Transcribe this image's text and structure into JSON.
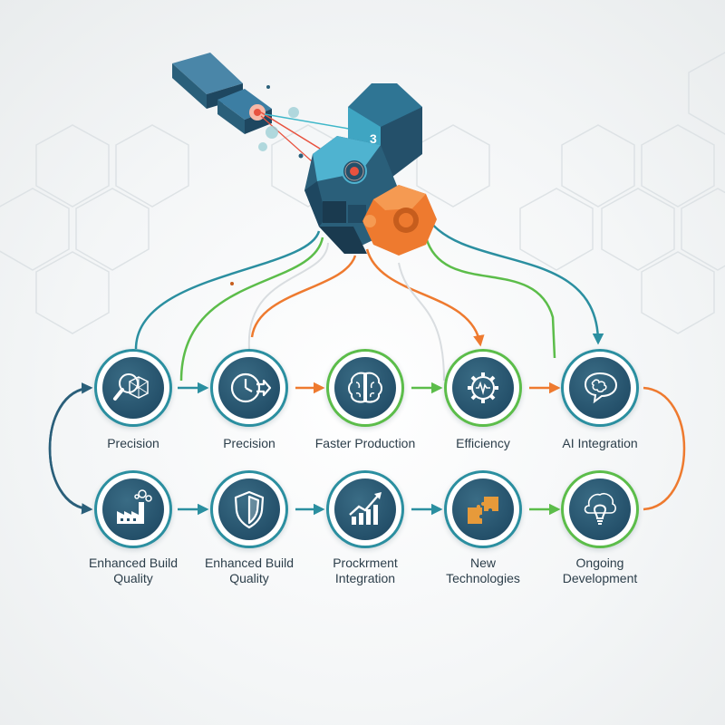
{
  "colors": {
    "navy": "#24506a",
    "teal": "#2b8fa0",
    "green": "#5cbd4a",
    "orange": "#ee7a2f",
    "text": "#2c3e4a"
  },
  "illustration": {
    "machine_badge": "3"
  },
  "top_row": [
    {
      "label": [
        "Precision"
      ],
      "icon": "magnifier-lattice-icon"
    },
    {
      "label": [
        "Precision"
      ],
      "icon": "clock-arrow-icon"
    },
    {
      "label": [
        "Faster Production"
      ],
      "icon": "brain-icon"
    },
    {
      "label": [
        "Efficiency"
      ],
      "icon": "gear-waveform-icon"
    },
    {
      "label": [
        "AI Integration"
      ],
      "icon": "brain-chat-icon"
    }
  ],
  "bottom_row": [
    {
      "label": [
        "Enhanced Build",
        "Quality"
      ],
      "icon": "factory-icon"
    },
    {
      "label": [
        "Enhanced Build",
        "Quality"
      ],
      "icon": "shield-icon"
    },
    {
      "label": [
        "Prockrment",
        "Integration"
      ],
      "icon": "growth-chart-icon"
    },
    {
      "label": [
        "New",
        "Technologies"
      ],
      "icon": "puzzle-icon"
    },
    {
      "label": [
        "Ongoing",
        "Development"
      ],
      "icon": "lightbulb-icon"
    }
  ]
}
